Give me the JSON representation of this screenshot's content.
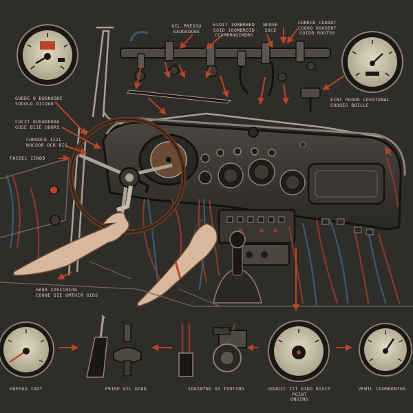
{
  "diagram": {
    "labels": {
      "top_oil_pressure": "OIL PRESSU\nGAUGEOOOE",
      "top_fuel": "ELDIT IOMBRBED\nSOID IOOMBROID\nCCOMBRNGIMDRG",
      "top_fuse": "NOOSE\nSOCE",
      "top_temp": "CONRCE COODOT\nCOOOO OSOSENT\nCOIDD ROOTSS",
      "left_cluster": "GUDDE O BODNODDE\nSODOLO OIIOOD",
      "left_wiring": "COCIT OUSODDDAD\nGUSE DIIE ODORS",
      "left_ignition": "CUNOOCO IIIL\nNOCOOR OCR DIS",
      "left_panel": "FACOEL IINDD",
      "right_sensor": "EINT POODE COSSTONAL\nSOOOEG BOILLE",
      "mid_harness": "HAOR COSCCHIOG\nCOUNE OIE OMTHIR GIDS",
      "bottom_1": "HOEOOG IOOT",
      "bottom_2": "PRIOE OIL GOOD",
      "bottom_3": "IDOINTNO OI TOOTING",
      "bottom_4": "OOOOIC IIT DIDD DISIS POINT\nONGING",
      "bottom_5": "VENTL COOMOONTOS"
    }
  },
  "colors": {
    "background": "#2f2d29",
    "line": "#a9a194",
    "line_dark": "#0f0d0b",
    "arrow": "#b8442a",
    "wire_red": "#8a3a2a",
    "wire_blue": "#3a5a73",
    "gauge_face": "#d6cdb5",
    "gauge_rim": "#1a1815",
    "wood": "#5a3822",
    "skin": "#d8b79c"
  },
  "icons": {
    "screwdriver": "screwdriver-icon",
    "sensor": "sensor-icon",
    "connector": "connector-icon",
    "sender": "sender-icon"
  }
}
